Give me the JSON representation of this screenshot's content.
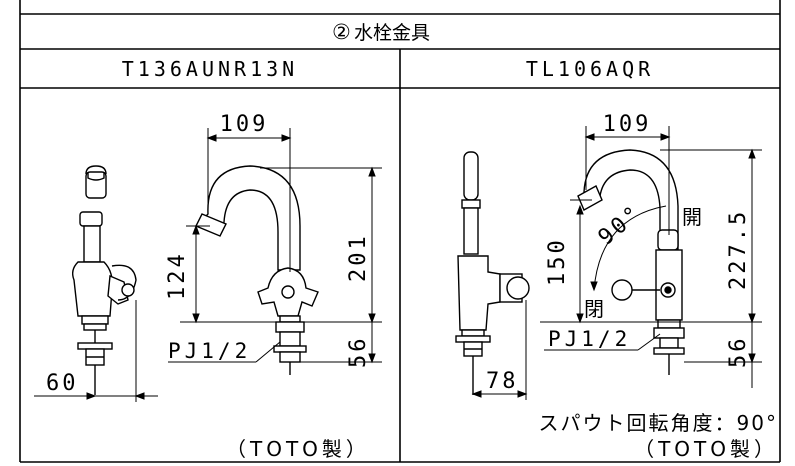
{
  "header": {
    "number": "②",
    "title": "水栓金具"
  },
  "left": {
    "model": "T136AUNR13N",
    "dims": {
      "width_top": "109",
      "height_spout": "124",
      "height_total": "201",
      "height_pipe": "56",
      "depth": "60"
    },
    "thread_label": "PJ1/2",
    "maker": "（TOTO製）"
  },
  "right": {
    "model": "TL106AQR",
    "dims": {
      "width_top": "109",
      "angle": "90°",
      "height_low": "150",
      "height_total": "227.5",
      "height_pipe": "56",
      "depth": "78"
    },
    "open_label": "開",
    "closed_label": "閉",
    "thread_label": "PJ1/2",
    "note": "スパウト回転角度：90°",
    "maker": "（TOTO製）"
  }
}
